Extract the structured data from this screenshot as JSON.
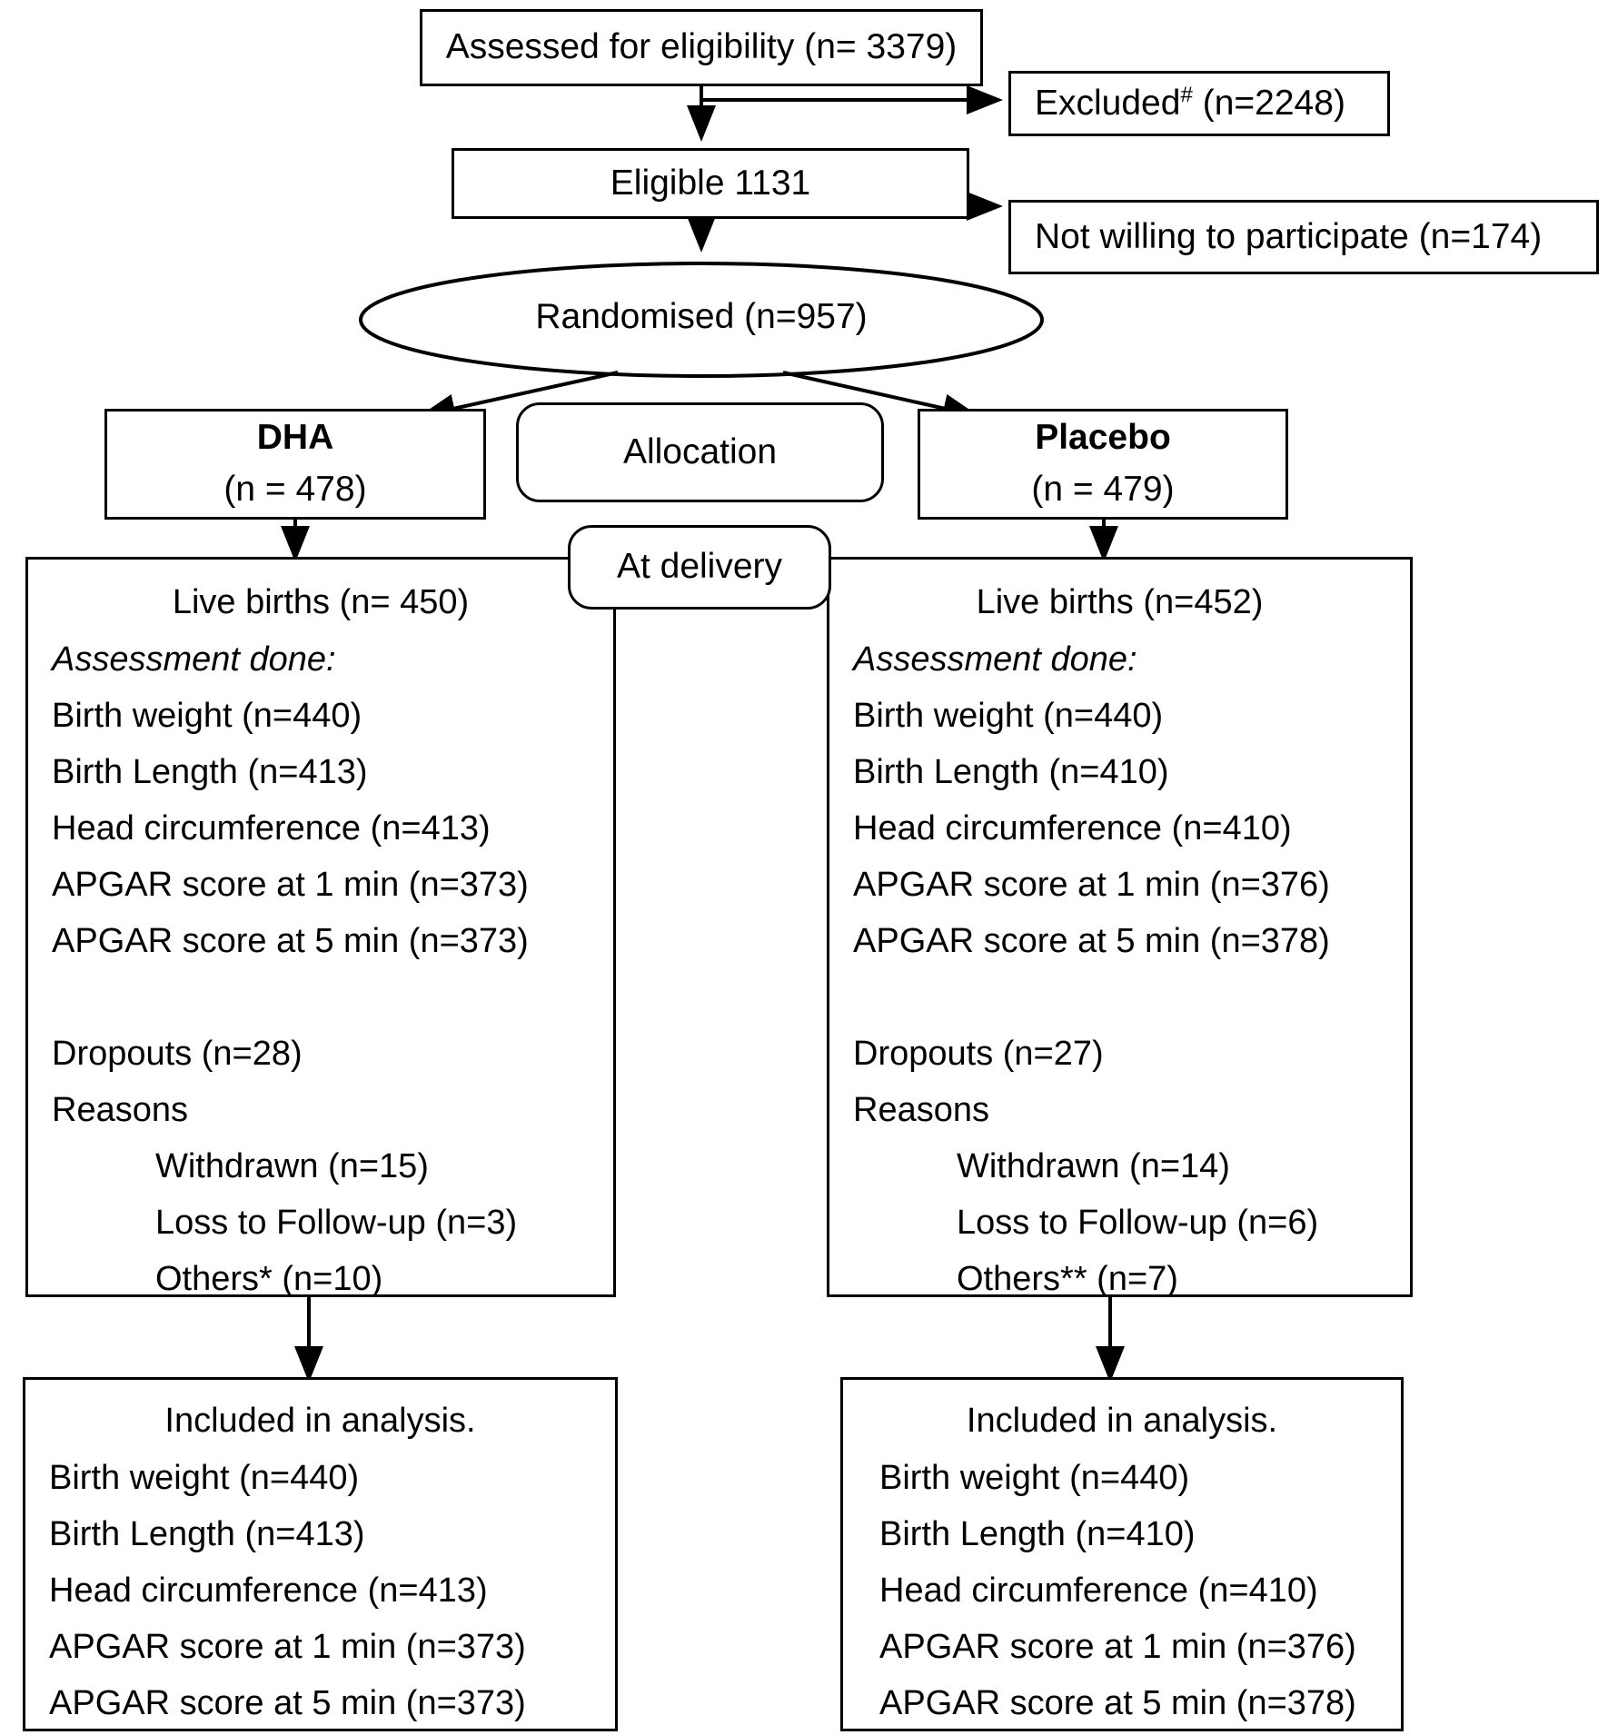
{
  "diagram": {
    "title": "CONSORT participant flow diagram",
    "stroke_color": "#000000",
    "background_color": "#ffffff"
  },
  "nodes": {
    "assessed": "Assessed for eligibility (n= 3379)",
    "excluded_label": "Excluded",
    "excluded_marker": "#",
    "excluded_value": " (n=2248)",
    "eligible": "Eligible    1131",
    "not_willing": "Not willing to participate (n=174)",
    "randomised": "Randomised (n=957)",
    "allocation": "Allocation",
    "at_delivery": "At delivery",
    "dha_title": "DHA",
    "dha_n": "(n = 478)",
    "placebo_title": "Placebo",
    "placebo_n": "(n = 479)"
  },
  "dha_panel": {
    "header": "Live births (n= 450)",
    "assessment_label": "Assessment done:",
    "items": [
      "Birth weight (n=440)",
      "Birth Length (n=413)",
      "Head circumference (n=413)",
      "APGAR score at 1 min (n=373)",
      "APGAR score at 5 min (n=373)"
    ],
    "dropouts": "Dropouts (n=28)",
    "reasons_label": "Reasons",
    "reasons": [
      "Withdrawn (n=15)",
      "Loss to Follow-up (n=3)",
      "Others* (n=10)"
    ]
  },
  "placebo_panel": {
    "header": "Live births (n=452)",
    "assessment_label": "Assessment done:",
    "items": [
      "Birth weight (n=440)",
      "Birth Length (n=410)",
      "Head  circumference (n=410)",
      "APGAR score at 1 min (n=376)",
      "APGAR score at 5 min (n=378)"
    ],
    "dropouts": "Dropouts (n=27)",
    "reasons_label": "Reasons",
    "reasons": [
      "Withdrawn  (n=14)",
      "Loss to Follow-up (n=6)",
      "Others** (n=7)"
    ]
  },
  "dha_analysis": {
    "header": "Included in analysis.",
    "items": [
      "Birth weight (n=440)",
      "Birth Length (n=413)",
      "Head circumference (n=413)",
      "APGAR score at 1 min (n=373)",
      "APGAR score at 5 min (n=373)"
    ]
  },
  "placebo_analysis": {
    "header": "Included in analysis.",
    "items": [
      "Birth weight (n=440)",
      "Birth Length (n=410)",
      "Head circumference (n=410)",
      "APGAR score at 1 min (n=376)",
      "APGAR score at 5 min (n=378)"
    ]
  }
}
